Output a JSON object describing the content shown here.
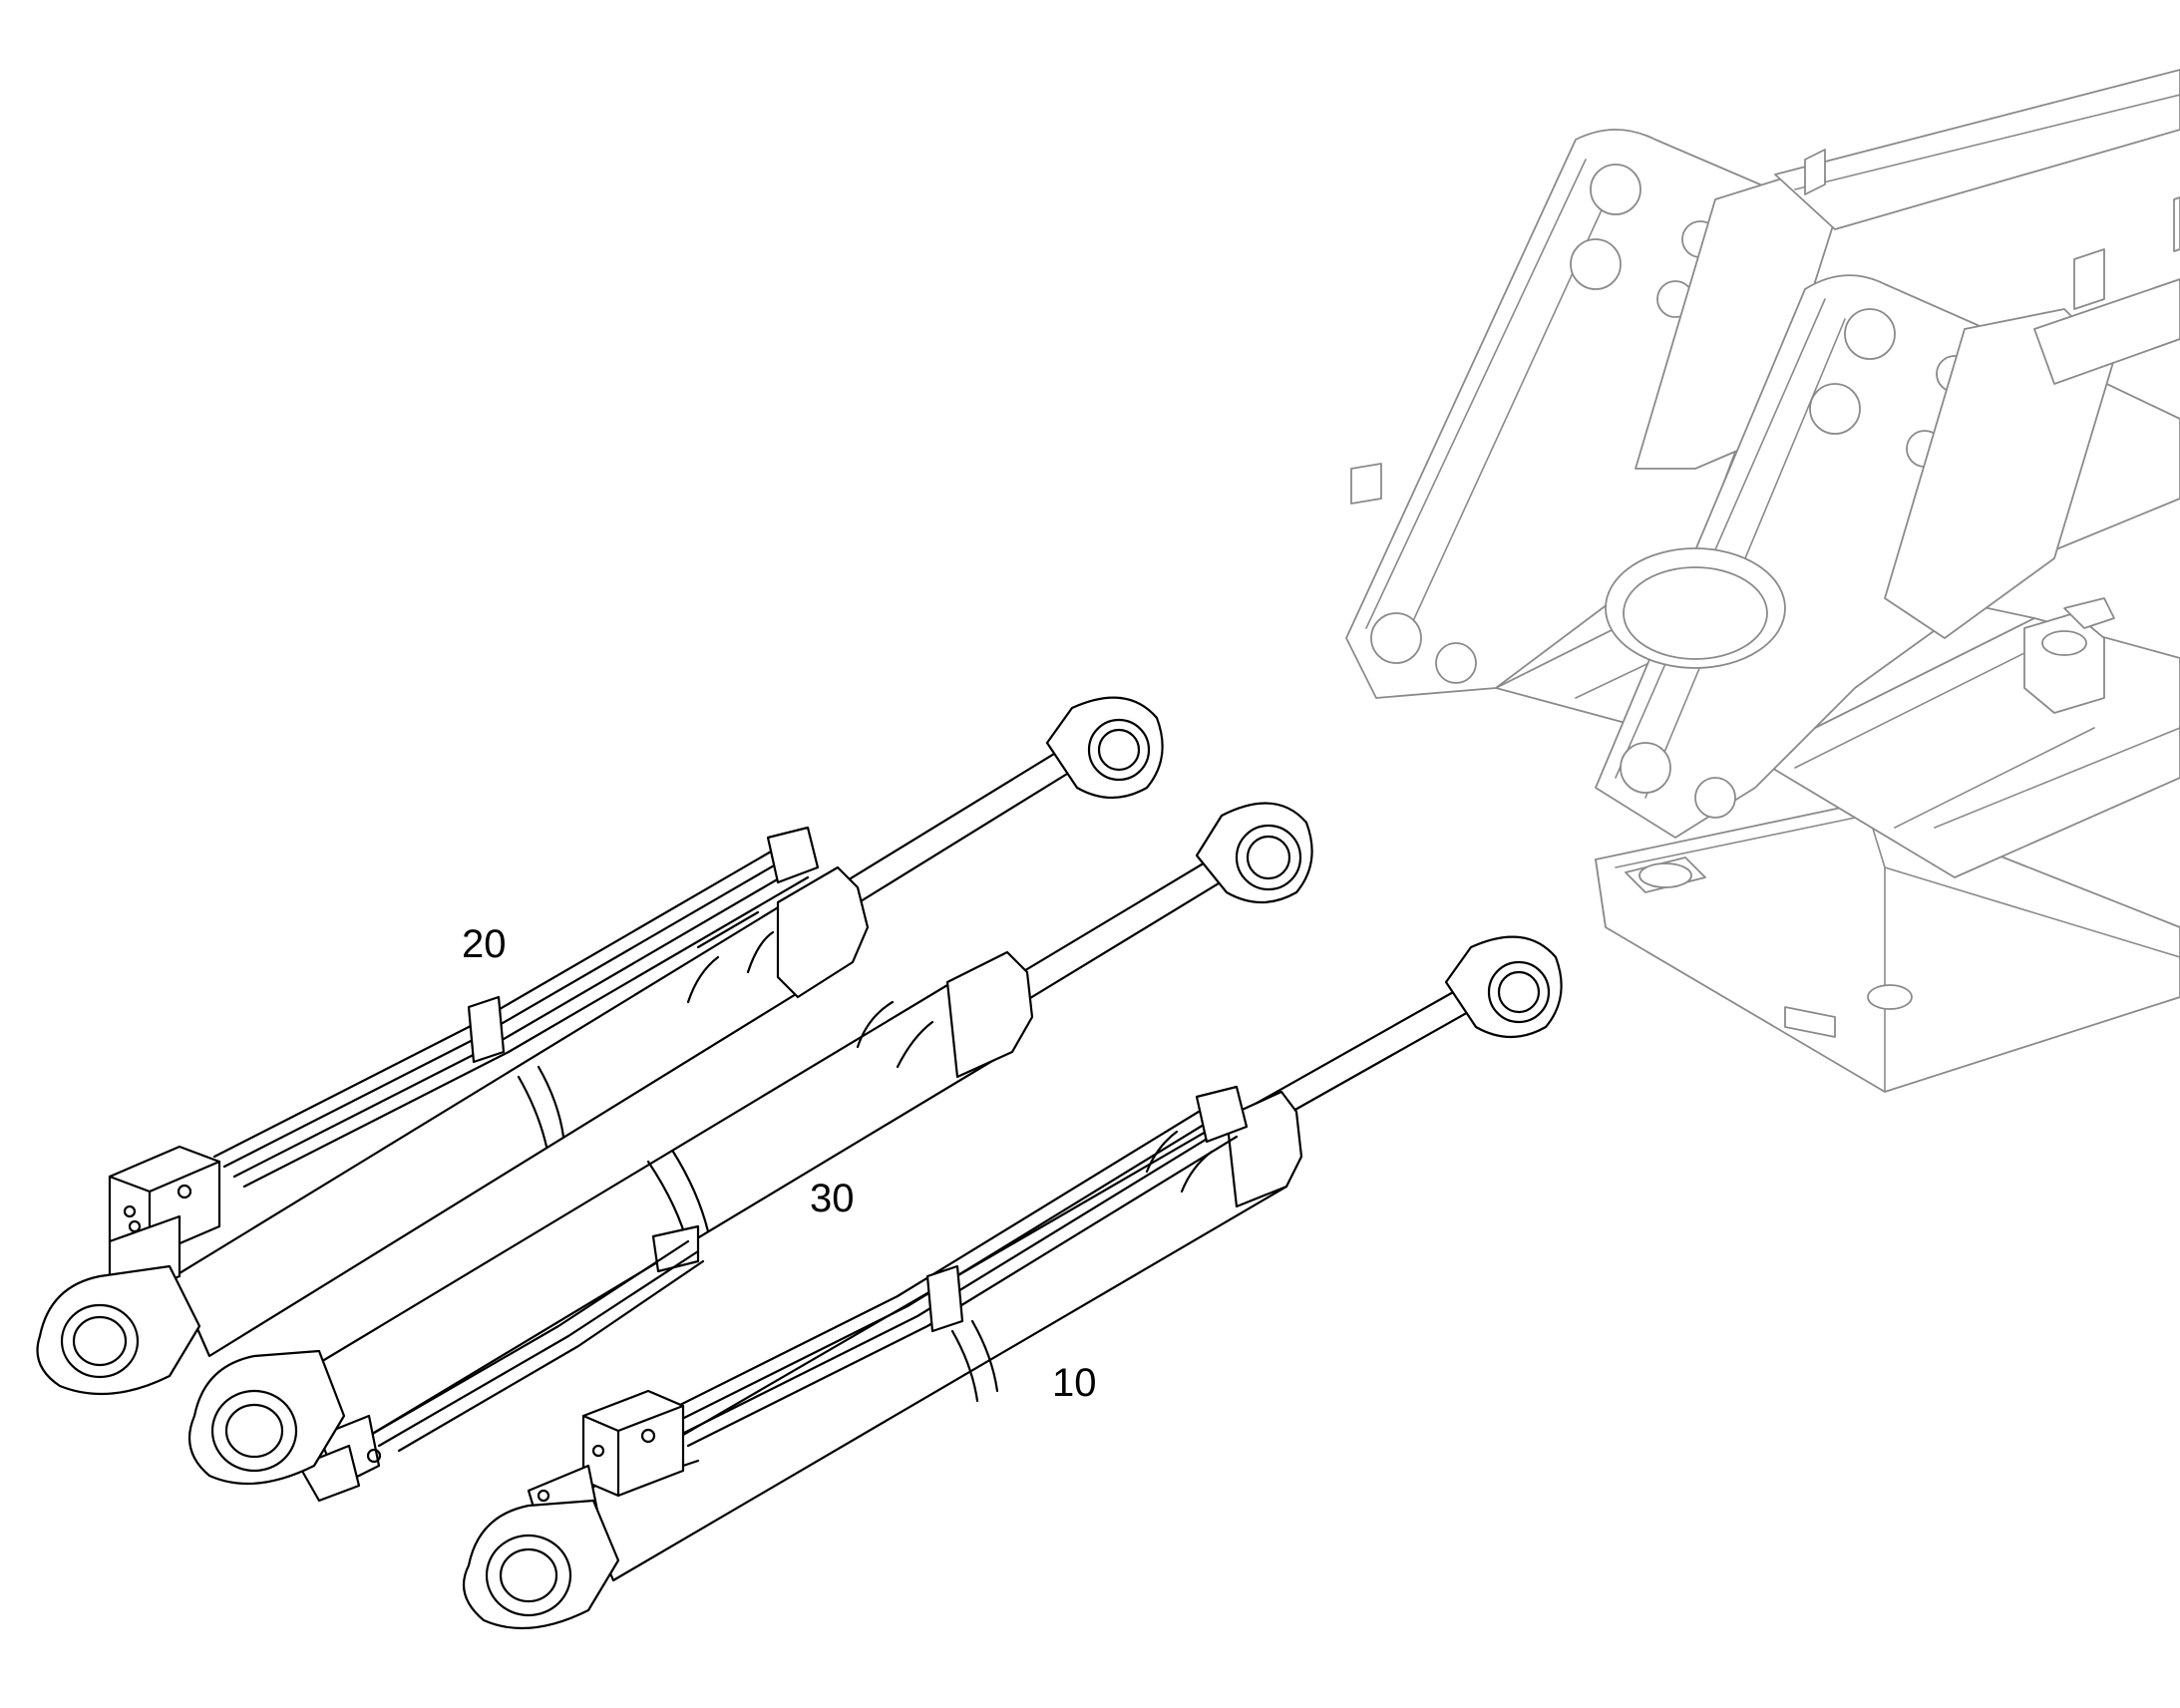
{
  "diagram": {
    "callouts": [
      {
        "id": "item-20",
        "label": "20"
      },
      {
        "id": "item-30",
        "label": "30"
      },
      {
        "id": "item-10",
        "label": "10"
      }
    ],
    "colors": {
      "line": "#000000",
      "frame_line": "#8a8a8a",
      "background": "#ffffff"
    }
  }
}
